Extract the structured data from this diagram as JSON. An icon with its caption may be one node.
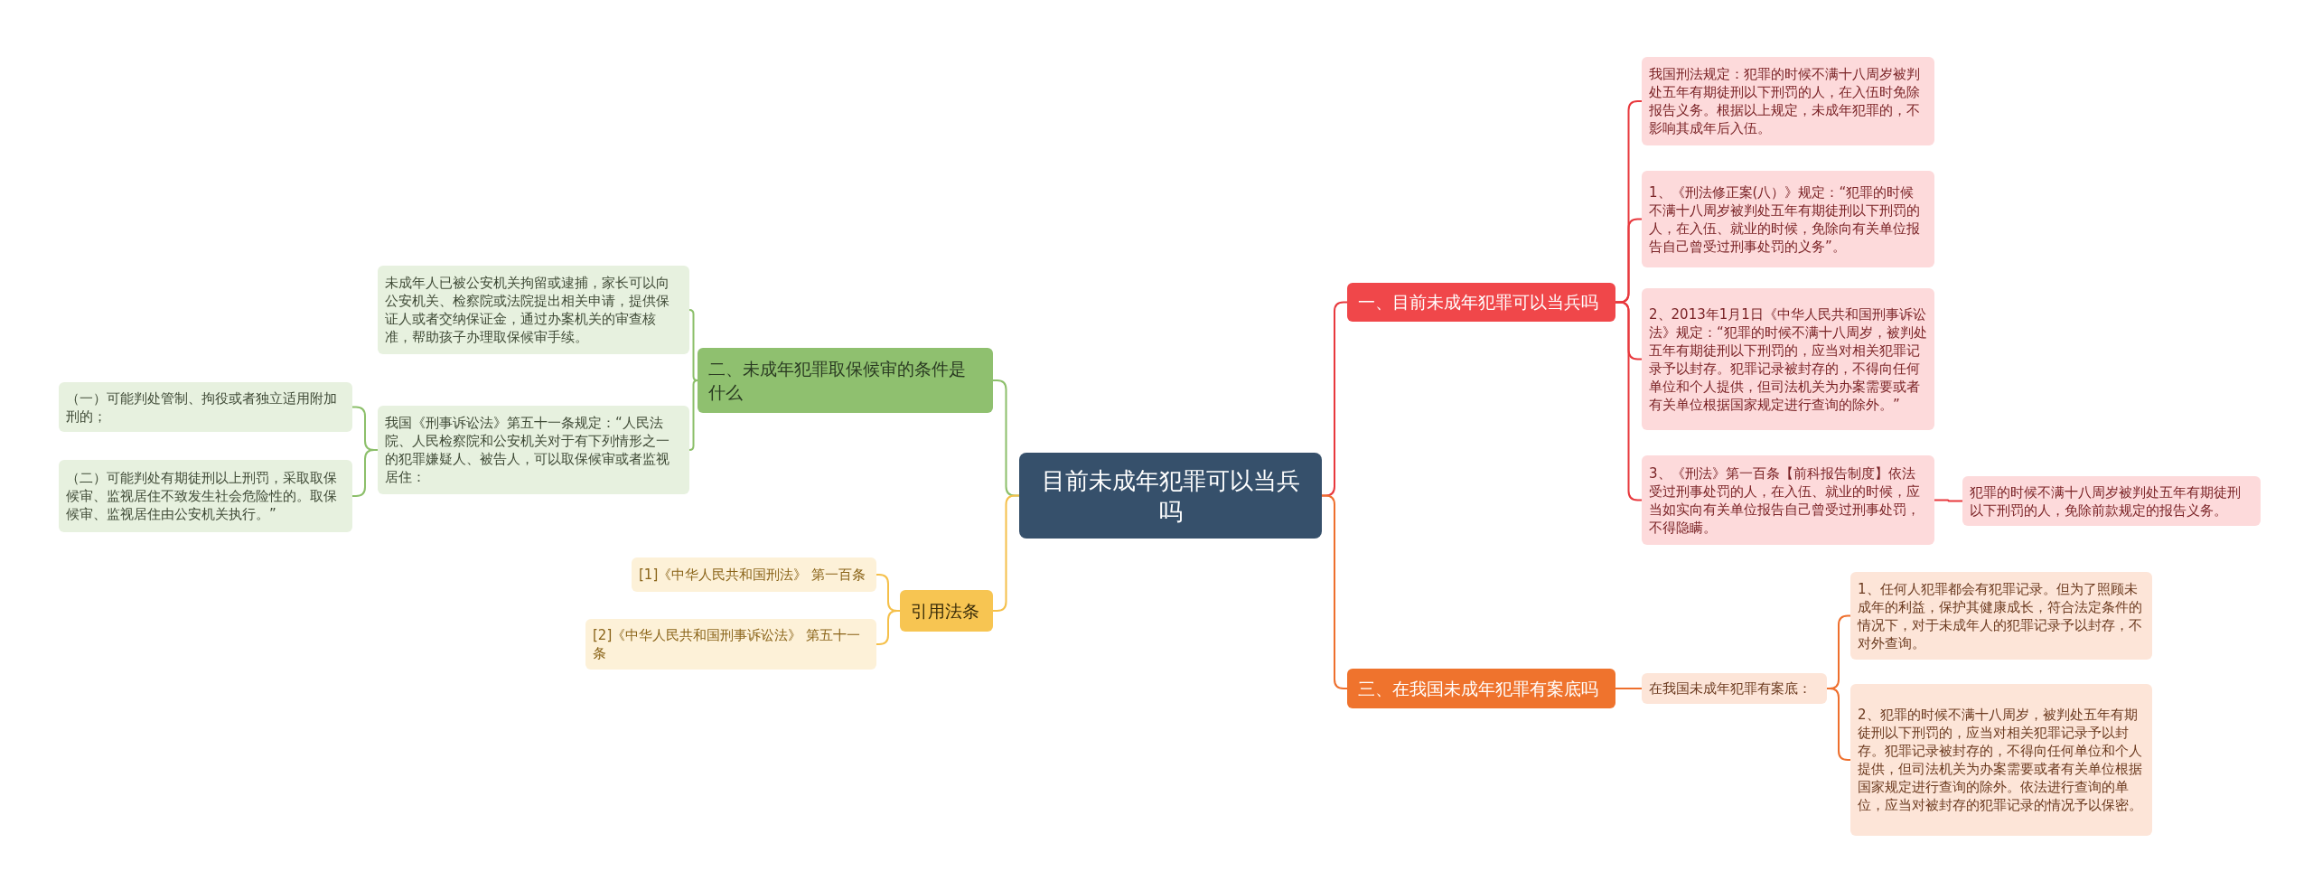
{
  "diagram": {
    "nodes": [
      {
        "text": [
          "目前未成年犯罪可以当兵吗"
        ]
      },
      {
        "text": [
          "一、目前未成年犯罪可以当兵吗"
        ]
      },
      {
        "text": [
          "我国刑法规定：犯罪的时候不满十八周岁被判处五年有期徒刑以下刑罚的人，在入伍时免除报告义务。根据以上规定，未成年犯罪的，不影响其成年后入伍。"
        ]
      },
      {
        "text": [
          "1、《刑法修正案(八）》规定：“犯罪的时候不满十八周岁被判处五年有期徒刑以下刑罚的人，在入伍、就业的时候，免除向有关单位报告自己曾受过刑事处罚的义务”。"
        ]
      },
      {
        "text": [
          "2、2013年1月1日《中华人民共和国刑事诉讼法》规定：“犯罪的时候不满十八周岁，被判处五年有期徒刑以下刑罚的，应当对相关犯罪记录予以封存。犯罪记录被封存的，不得向任何单位和个人提供，但司法机关为办案需要或者有关单位根据国家规定进行查询的除外。”"
        ]
      },
      {
        "text": [
          "3、《刑法》第一百条【前科报告制度】依法受过刑事处罚的人，在入伍、就业的时候，应当如实向有关单位报告自己曾受过刑事处罚，不得隐瞒。"
        ]
      },
      {
        "text": [
          "犯罪的时候不满十八周岁被判处五年有期徒刑以下刑罚的人，免除前款规定的报告义务。"
        ]
      },
      {
        "text": [
          "三、在我国未成年犯罪有案底吗"
        ]
      },
      {
        "text": [
          "在我国未成年犯罪有案底："
        ]
      },
      {
        "text": [
          "1、任何人犯罪都会有犯罪记录。但为了照顾未成年的利益，保护其健康成长，符合法定条件的情况下，对于未成年人的犯罪记录予以封存，不对外查询。"
        ]
      },
      {
        "text": [
          "2、犯罪的时候不满十八周岁，被判处五年有期徒刑以下刑罚的，应当对相关犯罪记录予以封存。犯罪记录被封存的，不得向任何单位和个人提供，但司法机关为办案需要或者有关单位根据国家规定进行查询的除外。依法进行查询的单位，应当对被封存的犯罪记录的情况予以保密。"
        ]
      },
      {
        "text": [
          "二、未成年犯罪取保候审的条件是什么"
        ]
      },
      {
        "text": [
          "未成年人已被公安机关拘留或逮捕，家长可以向公安机关、检察院或法院提出相关申请，提供保证人或者交纳保证金，通过办案机关的审查核准，帮助孩子办理取保候审手续。"
        ]
      },
      {
        "text": [
          "我国《刑事诉讼法》第五十一条规定：“人民法院、人民检察院和公安机关对于有下列情形之一的犯罪嫌疑人、被告人，可以取保候审或者监视居住："
        ]
      },
      {
        "text": [
          "（一）可能判处管制、拘役或者独立适用附加刑的；"
        ]
      },
      {
        "text": [
          "（二）可能判处有期徒刑以上刑罚，采取取保候审、监视居住不致发生社会危险性的。取保候审、监视居住由公安机关执行。”"
        ]
      },
      {
        "text": [
          "引用法条"
        ]
      },
      {
        "text": [
          "[1]《中华人民共和国刑法》 第一百条"
        ]
      },
      {
        "text": [
          "[2]《中华人民共和国刑事诉讼法》 第五十一条"
        ]
      }
    ],
    "edges": [
      {
        "from": 0,
        "to": 1,
        "arrow": "none",
        "color": "#e8383d"
      },
      {
        "from": 1,
        "to": 2,
        "arrow": "none",
        "color": "#e8383d"
      },
      {
        "from": 1,
        "to": 3,
        "arrow": "none",
        "color": "#e8383d"
      },
      {
        "from": 1,
        "to": 4,
        "arrow": "none",
        "color": "#e8383d"
      },
      {
        "from": 1,
        "to": 5,
        "arrow": "none",
        "color": "#e8383d"
      },
      {
        "from": 5,
        "to": 6,
        "arrow": "none",
        "color": "#e8383d"
      },
      {
        "from": 0,
        "to": 7,
        "arrow": "none",
        "color": "#ee6f2d"
      },
      {
        "from": 7,
        "to": 8,
        "arrow": "none",
        "color": "#ee6f2d"
      },
      {
        "from": 8,
        "to": 9,
        "arrow": "none",
        "color": "#ee6f2d"
      },
      {
        "from": 8,
        "to": 10,
        "arrow": "none",
        "color": "#ee6f2d"
      },
      {
        "from": 0,
        "to": 11,
        "arrow": "none",
        "color": "#8cbf6a"
      },
      {
        "from": 11,
        "to": 12,
        "arrow": "none",
        "color": "#8cbf6a"
      },
      {
        "from": 11,
        "to": 13,
        "arrow": "none",
        "color": "#8cbf6a"
      },
      {
        "from": 13,
        "to": 14,
        "arrow": "none",
        "color": "#8cbf6a"
      },
      {
        "from": 13,
        "to": 15,
        "arrow": "none",
        "color": "#8cbf6a"
      },
      {
        "from": 0,
        "to": 16,
        "arrow": "none",
        "color": "#f5c04a"
      },
      {
        "from": 16,
        "to": 17,
        "arrow": "none",
        "color": "#f5c04a"
      },
      {
        "from": 16,
        "to": 18,
        "arrow": "none",
        "color": "#f5c04a"
      }
    ]
  }
}
